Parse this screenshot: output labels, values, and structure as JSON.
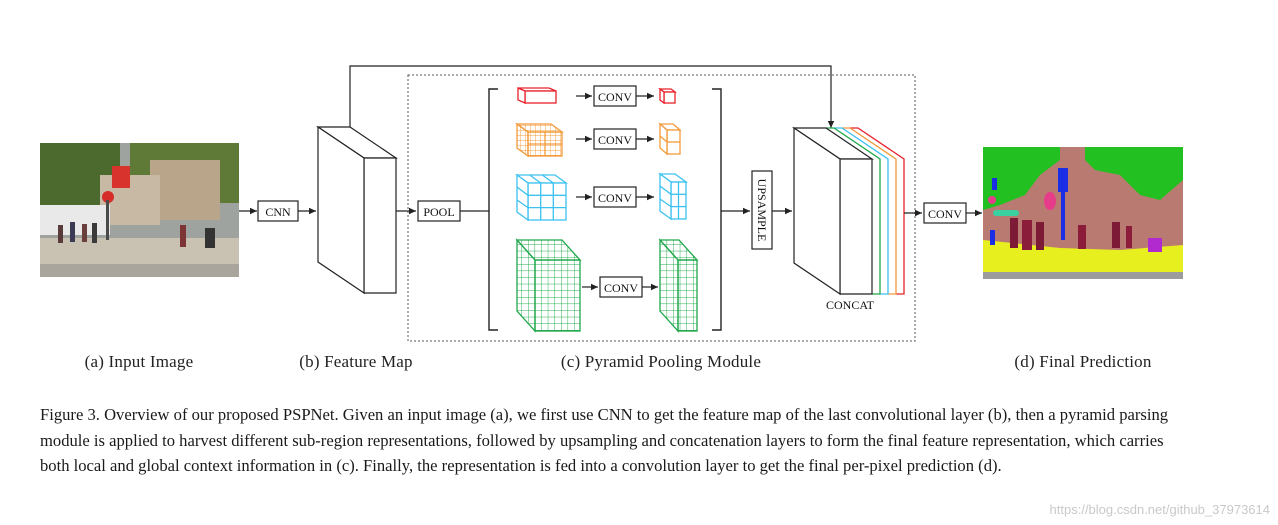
{
  "diagram": {
    "labels": {
      "cnn": "CNN",
      "pool": "POOL",
      "conv_1": "CONV",
      "conv_2": "CONV",
      "conv_3": "CONV",
      "conv_4": "CONV",
      "upsample": "UPSAMPLE",
      "concat": "CONCAT",
      "conv_final": "CONV"
    },
    "sections": {
      "input": "(a) Input Image",
      "feature_map": "(b) Feature Map",
      "ppm": "(c) Pyramid Pooling Module",
      "prediction": "(d) Final Prediction"
    },
    "colors": {
      "level_1": "#e8202a",
      "level_2": "#f39a3a",
      "level_3": "#3cc1f0",
      "level_4": "#1fa84a",
      "line": "#222222"
    }
  },
  "caption": "Figure 3. Overview of our proposed PSPNet. Given an input image (a), we first use CNN to get the feature map of the last convolutional layer (b), then a pyramid parsing module is applied to harvest different sub-region representations, followed by upsampling and concatenation layers to form the final feature representation, which carries both local and global context information in (c). Finally, the representation is fed into a convolution layer to get the final per-pixel prediction (d).",
  "watermark": "https://blog.csdn.net/github_37973614"
}
